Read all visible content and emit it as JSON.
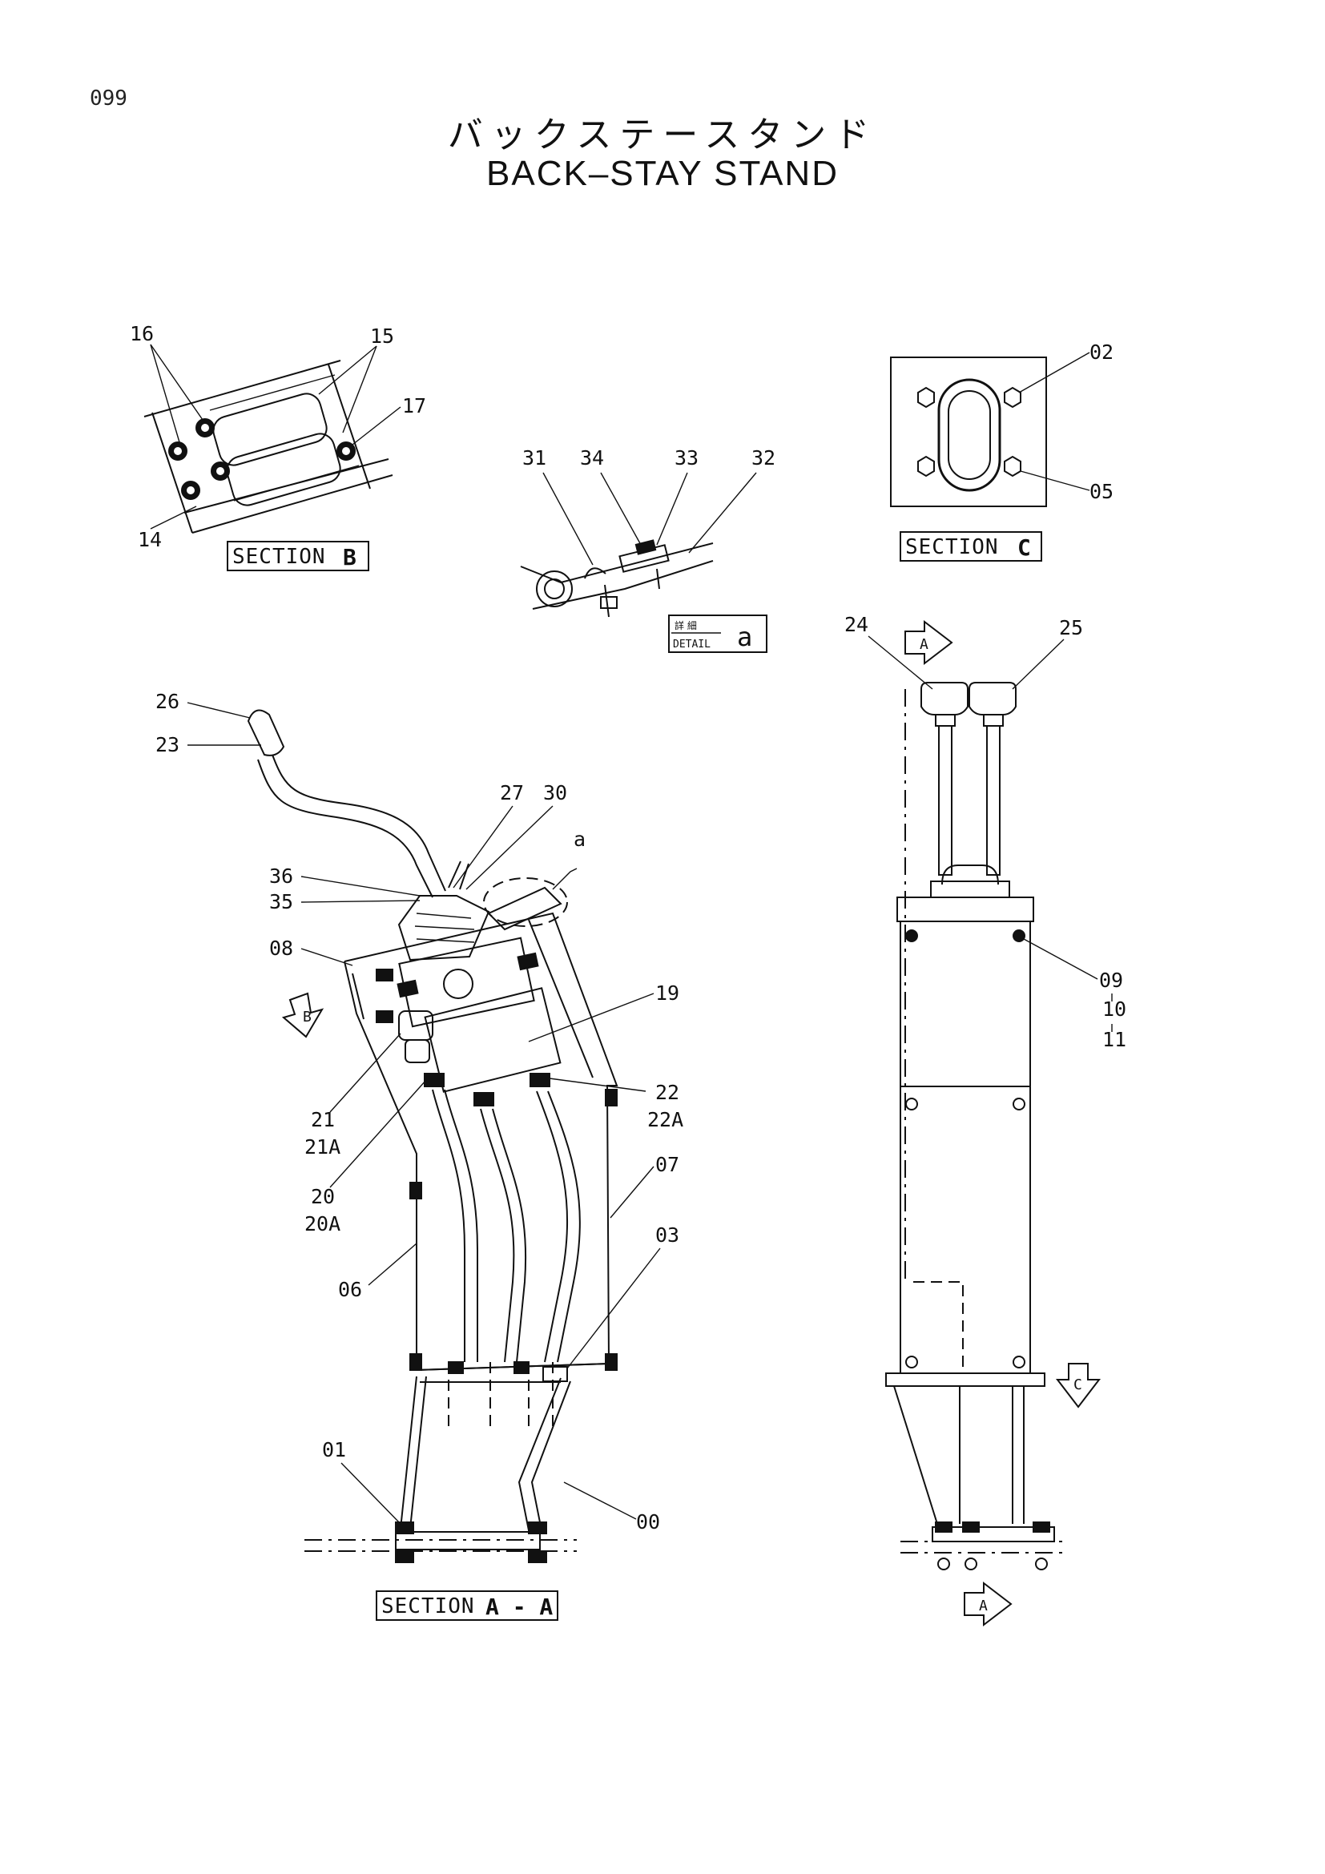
{
  "page_number": "099",
  "title_jp": "バックステースタンド",
  "title_en": "BACK–STAY STAND",
  "views": {
    "section_b": {
      "tag": "SECTION",
      "letter": "B",
      "callouts": [
        "16",
        "15",
        "17",
        "14"
      ]
    },
    "detail_a": {
      "tag_jp": "詳 細",
      "tag_en": "DETAIL",
      "letter": "a",
      "callouts": [
        "31",
        "34",
        "33",
        "32"
      ]
    },
    "section_c": {
      "tag": "SECTION",
      "letter": "C",
      "callouts": [
        "02",
        "05"
      ]
    },
    "section_aa": {
      "tag": "SECTION",
      "letter": "A - A",
      "callouts": [
        "26",
        "23",
        "27",
        "30",
        "36",
        "35",
        "08",
        "19",
        "21",
        "21A",
        "22",
        "22A",
        "20",
        "20A",
        "07",
        "03",
        "06",
        "01",
        "00",
        "a"
      ]
    },
    "side_view": {
      "callouts": [
        "24",
        "25",
        "09",
        "10",
        "11"
      ]
    }
  },
  "view_arrows": [
    "A",
    "B",
    "A",
    "C"
  ]
}
